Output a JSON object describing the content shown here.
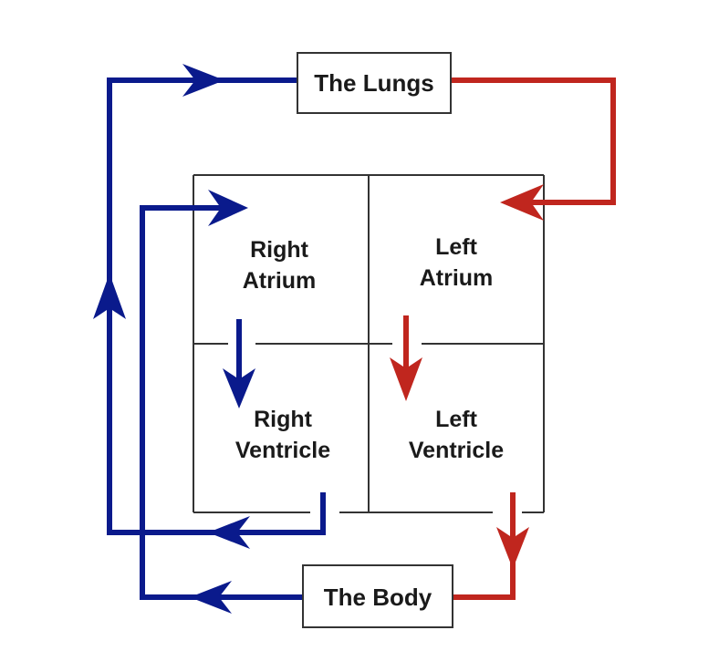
{
  "boxes": {
    "lungs": "The Lungs",
    "body": "The Body"
  },
  "chambers": {
    "right_atrium": [
      "Right",
      "Atrium"
    ],
    "left_atrium": [
      "Left",
      "Atrium"
    ],
    "right_ventricle": [
      "Right",
      "Ventricle"
    ],
    "left_ventricle": [
      "Left",
      "Ventricle"
    ]
  },
  "colors": {
    "deoxygenated": "#0a1a8c",
    "oxygenated": "#c0261e",
    "outline": "#333333"
  }
}
